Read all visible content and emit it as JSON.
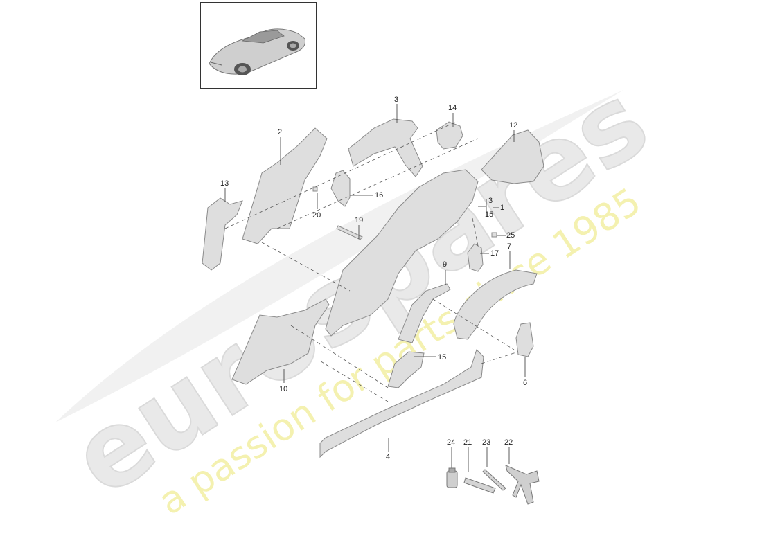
{
  "watermark": {
    "brand": "eurospares",
    "tagline": "a passion for parts since 1985",
    "brand_color": "#e6e6e6",
    "tagline_color": "#f3f0a8"
  },
  "thumbnail": {
    "icon": "car-thumbnail-icon"
  },
  "callouts": [
    {
      "id": "1",
      "label": "1"
    },
    {
      "id": "2",
      "label": "2"
    },
    {
      "id": "3",
      "label": "3"
    },
    {
      "id": "3b",
      "label": "3"
    },
    {
      "id": "4",
      "label": "4"
    },
    {
      "id": "6",
      "label": "6"
    },
    {
      "id": "7",
      "label": "7"
    },
    {
      "id": "9",
      "label": "9"
    },
    {
      "id": "10",
      "label": "10"
    },
    {
      "id": "12",
      "label": "12"
    },
    {
      "id": "13",
      "label": "13"
    },
    {
      "id": "14",
      "label": "14"
    },
    {
      "id": "15",
      "label": "15"
    },
    {
      "id": "15b",
      "label": "15"
    },
    {
      "id": "16",
      "label": "16"
    },
    {
      "id": "17",
      "label": "17"
    },
    {
      "id": "19",
      "label": "19"
    },
    {
      "id": "20",
      "label": "20"
    },
    {
      "id": "21",
      "label": "21"
    },
    {
      "id": "22",
      "label": "22"
    },
    {
      "id": "23",
      "label": "23"
    },
    {
      "id": "24",
      "label": "24"
    },
    {
      "id": "25",
      "label": "25"
    }
  ],
  "colors": {
    "part_fill": "#dcdcdc",
    "part_stroke": "#8a8a8a",
    "leader": "#333333"
  }
}
